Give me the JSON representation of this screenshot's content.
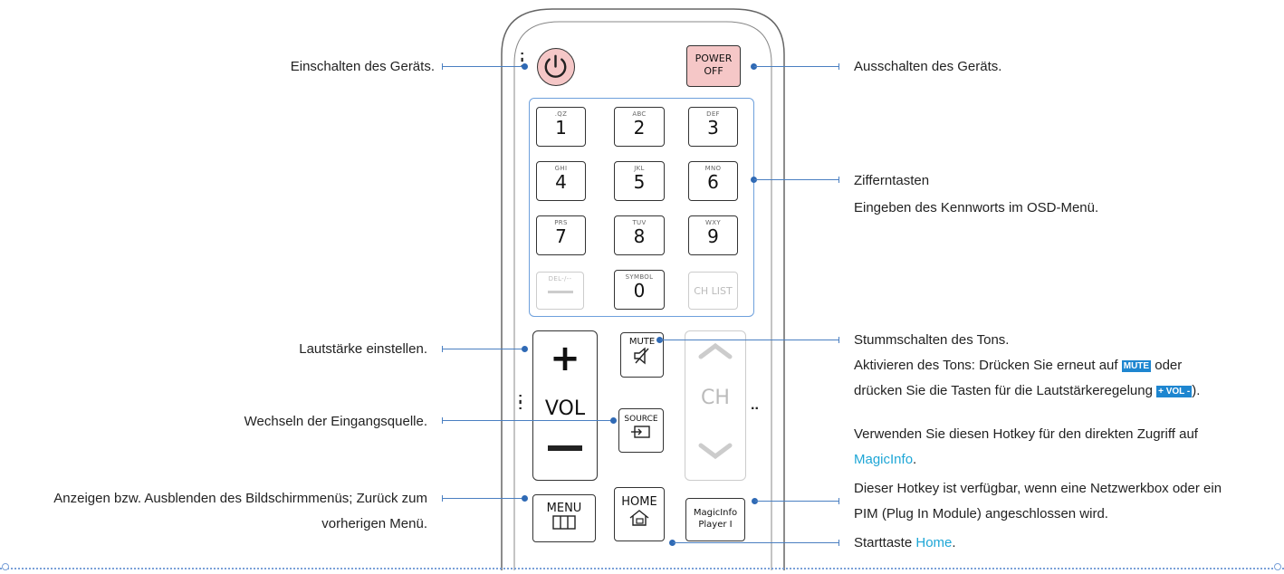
{
  "left_labels": {
    "power_on": "Einschalten des Geräts.",
    "volume": "Lautstärke einstellen.",
    "source": "Wechseln der Eingangsquelle.",
    "menu_line1": "Anzeigen bzw. Ausblenden des Bildschirmmenüs; Zurück zum",
    "menu_line2": "vorherigen Menü."
  },
  "right_labels": {
    "power_off": "Ausschalten des Geräts.",
    "number_keys_title": "Zifferntasten",
    "number_keys_desc": "Eingeben des Kennworts im OSD-Menü.",
    "mute_title": "Stummschalten des Tons.",
    "mute_line2_pre": "Aktivieren des Tons: Drücken Sie erneut auf",
    "mute_line2_tag": "MUTE",
    "mute_line2_post": "oder",
    "mute_line3_pre": "drücken Sie die Tasten für die Lautstärkeregelung",
    "mute_line3_tag": "+ VOL -",
    "mute_line3_post": ").",
    "magicinfo_line1": "Verwenden Sie diesen Hotkey für den direkten Zugriff auf",
    "magicinfo_link": "MagicInfo",
    "magicinfo_link_suffix": ".",
    "magicinfo_line3": "Dieser Hotkey ist verfügbar, wenn eine Netzwerkbox oder ein",
    "magicinfo_line4": "PIM (Plug In Module) angeschlossen wird.",
    "home_pre": "Starttaste",
    "home_link": "Home",
    "home_suffix": "."
  },
  "remote": {
    "power_off_line1": "POWER",
    "power_off_line2": "OFF",
    "keys": [
      {
        "small": ".QZ",
        "big": "1"
      },
      {
        "small": "ABC",
        "big": "2"
      },
      {
        "small": "DEF",
        "big": "3"
      },
      {
        "small": "GHI",
        "big": "4"
      },
      {
        "small": "JKL",
        "big": "5"
      },
      {
        "small": "MNO",
        "big": "6"
      },
      {
        "small": "PRS",
        "big": "7"
      },
      {
        "small": "TUV",
        "big": "8"
      },
      {
        "small": "WXY",
        "big": "9"
      }
    ],
    "del_label": "DEL-/--",
    "symbol_small": "SYMBOL",
    "symbol_big": "0",
    "ch_list": "CH LIST",
    "vol_label": "VOL",
    "vol_plus": "+",
    "vol_minus": "—",
    "mute_label": "MUTE",
    "source_label": "SOURCE",
    "ch_label": "CH",
    "menu_label": "MENU",
    "home_label": "HOME",
    "magicinfo_line1": "MagicInfo",
    "magicinfo_line2": "Player I"
  },
  "colors": {
    "accent": "#1ea6d6",
    "leader": "#4a7fc1",
    "power_button": "#f5c7c7",
    "tag_bg": "#1e86d0"
  }
}
